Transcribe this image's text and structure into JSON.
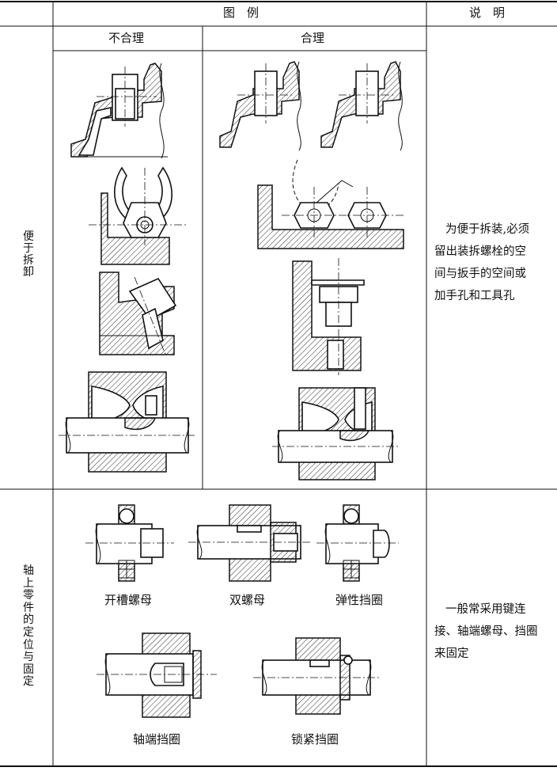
{
  "header": {
    "col_figure": "图　例",
    "col_note": "说　明"
  },
  "section1": {
    "category_chars": [
      "便",
      "于",
      "拆",
      "卸"
    ],
    "sub_bad": "不合理",
    "sub_good": "合理",
    "note_lines": [
      "为便于拆装,必须",
      "留出装拆螺栓的空",
      "间与扳手的空间或",
      "加手孔和工具孔"
    ]
  },
  "section2": {
    "category_chars": [
      "轴",
      "上",
      "零",
      "件",
      "的",
      "定",
      "位",
      "与",
      "固",
      "定"
    ],
    "captions": [
      "开槽螺母",
      "双螺母",
      "弹性挡圈",
      "轴端挡圈",
      "锁紧挡圈"
    ],
    "note_lines": [
      "一般常采用键连",
      "接、轴端螺母、挡圈",
      "来固定"
    ]
  }
}
